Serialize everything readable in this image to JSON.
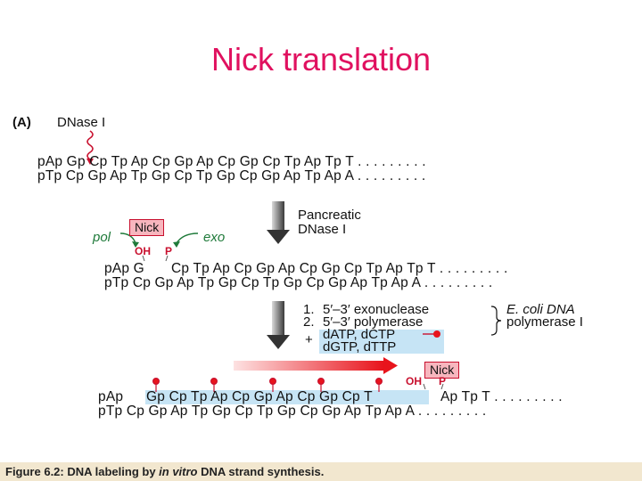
{
  "title": "Nick translation",
  "panel_label": "(A)",
  "dnase_label": "DNase I",
  "step1": {
    "top": "pAp Gp Cp Tp Ap Cp Gp Ap Cp Gp Cp Tp Ap Tp T . . . . . . . . .",
    "bottom": "pTp Cp Gp Ap Tp Gp Cp Tp Gp Cp Gp Ap Tp Ap A . . . . . . . . ."
  },
  "arrow1_label": [
    "Pancreatic",
    "DNase I"
  ],
  "nick_label": "Nick",
  "pol_label": "pol",
  "exo_label": "exo",
  "oh_label": "OH",
  "p_label": "P",
  "step2": {
    "top_left": "pAp G",
    "top_right": "Cp Tp Ap Cp Gp Ap Cp Gp Cp Tp Ap Tp T . . . . . . . . .",
    "bottom": "pTp Cp Gp Ap Tp Gp Cp Tp Gp Cp Gp Ap Tp Ap A . . . . . . . . ."
  },
  "enzyme": {
    "line1_num": "1.",
    "line1": "5′–3′  exonuclease",
    "line2_num": "2.",
    "line2": "5′–3′  polymerase",
    "right1": "E. coli DNA",
    "right2": "polymerase I",
    "plus": "+",
    "dntp1": "dATP, dCTP",
    "dntp2": "dGTP, dTTP"
  },
  "nick2_label": "Nick",
  "step3": {
    "top_left": "pAp",
    "top_highlight": "Gp Cp Tp Ap Cp Gp Ap Cp Gp Cp T",
    "top_right": "Ap Tp T . . . . . . . . .",
    "bottom": "pTp Cp Gp Ap Tp Gp Cp Tp Gp Cp Gp Ap Tp Ap A . . . . . . . . ."
  },
  "caption": {
    "prefix": "Figure 6.2: DNA labeling by ",
    "italic": "in vitro",
    "suffix": " DNA strand synthesis."
  },
  "colors": {
    "title": "#e0115f",
    "label_red": "#c8102e",
    "enzyme_green": "#1f7a3a",
    "highlight_blue": "#c6e4f5",
    "nick_pink": "#f7b6be"
  }
}
